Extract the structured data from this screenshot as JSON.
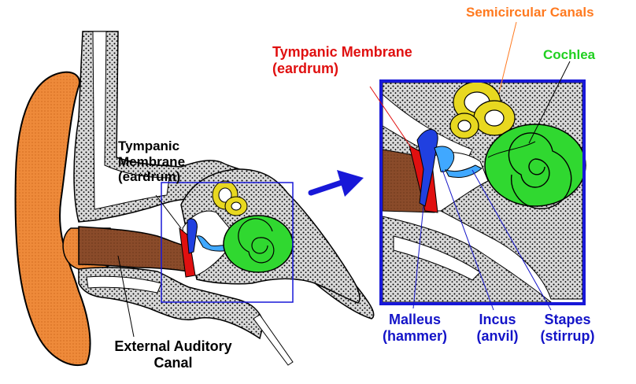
{
  "colors": {
    "outer_ear": "#e87a2a",
    "bone": "#c8c8c8",
    "canal": "#8a4b2a",
    "tympanic": "#e01010",
    "malleus": "#2040e0",
    "incus": "#40a8ff",
    "semicircular": "#e8d820",
    "cochlea": "#30d830",
    "label_blue": "#1414c8",
    "label_red": "#e01010",
    "label_orange": "#ff7a20",
    "label_green": "#20d020",
    "frame_blue": "#1818d8"
  },
  "labels": {
    "semicircular": "Semicircular Canals",
    "cochlea": "Cochlea",
    "tympanic_red_1": "Tympanic Membrane",
    "tympanic_red_2": "(eardrum)",
    "tympanic_left_1": "Tympanic",
    "tympanic_left_2": "Membrane",
    "tympanic_left_3": "(eardrum)",
    "malleus_1": "Malleus",
    "malleus_2": "(hammer)",
    "incus_1": "Incus",
    "incus_2": "(anvil)",
    "stapes_1": "Stapes",
    "stapes_2": "(stirrup)",
    "canal_1": "External Auditory",
    "canal_2": "Canal"
  }
}
